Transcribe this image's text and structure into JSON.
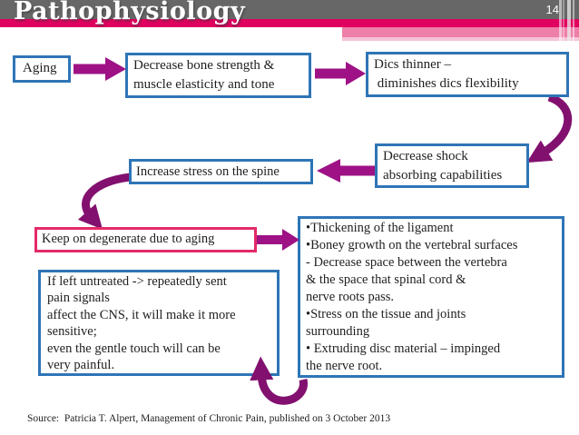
{
  "slide": {
    "title": "Pathophysiology",
    "page_number": "14",
    "source": "Source:  Patricia T. Alpert, Management of Chronic Pain, published on 3 October 2013"
  },
  "colors": {
    "header_gray": "#676767",
    "header_crimson": "#e0005f",
    "header_pink": "#ee7fa9",
    "header_pink_pale": "#f6c3d6",
    "box_border_blue": "#2e75b6",
    "box_border_pink": "#e42a68",
    "arrow_magenta": "#9e1286",
    "arrow_purple": "#82106f",
    "ink": "#1f1f1f"
  },
  "boxes": {
    "aging": {
      "text": "Aging"
    },
    "bone": {
      "text": "Decrease bone strength &\nmuscle elasticity and tone"
    },
    "dics": {
      "text": "Dics thinner –\n diminishes dics flexibility"
    },
    "shock": {
      "text": "Decrease shock\nabsorbing capabilities"
    },
    "stress": {
      "text": "Increase stress on the spine"
    },
    "degenerate": {
      "text": "Keep on degenerate due to aging"
    },
    "untreated": {
      "text": "If left untreated -> repeatedly sent\npain signals\naffect the CNS, it will make it more\nsensitive;\neven the gentle touch will can be\nvery painful."
    },
    "effects": {
      "text": "•Thickening of the ligament\n•Boney growth on the vertebral surfaces\n- Decrease space between the vertebra\n& the space that spinal cord &\nnerve roots pass.\n•Stress on the tissue and joints\nsurrounding\n• Extruding disc material – impinged\nthe nerve root."
    }
  }
}
